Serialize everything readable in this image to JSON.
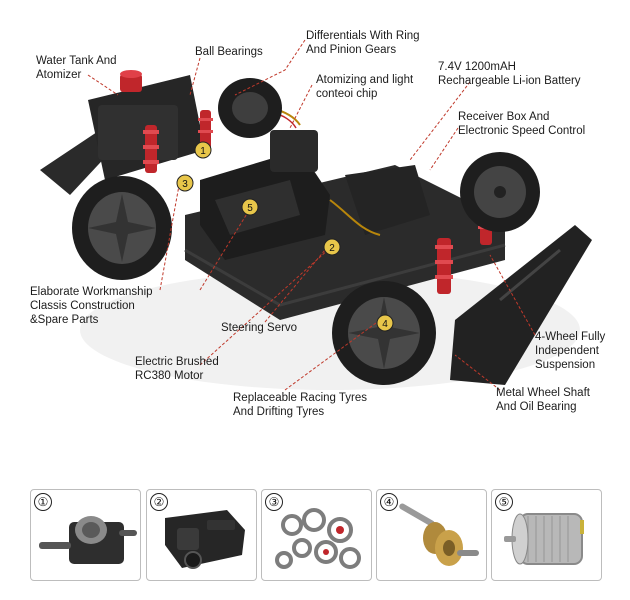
{
  "labels": {
    "water_tank": "Water Tank And\nAtomizer",
    "ball_bearings": "Ball Bearings",
    "differentials": "Differentials With Ring\nAnd Pinion Gears",
    "atomizing_chip": "Atomizing and light\nconteoi chip",
    "battery": "7.4V 1200mAH\nRechargeable Li-ion Battery",
    "receiver_box": "Receiver Box And\nElectronic Speed Control",
    "workmanship": "Elaborate Workmanship\nClassis Construction\n&Spare Parts",
    "steering_servo": "Steering Servo",
    "motor": "Electric Brushed\nRC380 Motor",
    "tyres": "Replaceable Racing Tyres\nAnd Drifting Tyres",
    "suspension": "4-Wheel Fully\nIndependent\nSuspension",
    "wheel_shaft": "Metal Wheel Shaft\nAnd Oil Bearing"
  },
  "callout_numbers": [
    "1",
    "2",
    "3",
    "4",
    "5"
  ],
  "panels": [
    {
      "number": "①",
      "depicts": "differential-gearbox"
    },
    {
      "number": "②",
      "depicts": "steering-servo"
    },
    {
      "number": "③",
      "depicts": "ball-bearings"
    },
    {
      "number": "④",
      "depicts": "wheel-shaft"
    },
    {
      "number": "⑤",
      "depicts": "brushed-motor"
    }
  ],
  "colors": {
    "leader_line": "#c0392b",
    "chassis": "#1f1f1f",
    "shock_red": "#c0262b",
    "callout_yellow": "#e8c64a"
  }
}
